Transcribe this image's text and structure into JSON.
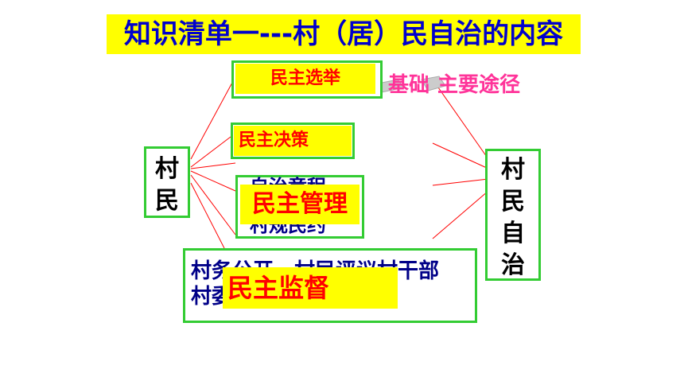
{
  "title": "知识清单一---村（居）民自治的内容",
  "left_node": "村民",
  "right_node": "村民自治",
  "items": {
    "election": "民主选举",
    "decision": "民主决策",
    "management": "民主管理",
    "supervision": "民主监督"
  },
  "annotations": {
    "basis": "基础",
    "main_path": "主要途径"
  },
  "hidden_text": {
    "management_top": "自治章程",
    "management_bottom": "村规民约",
    "supervision_line1": "村务公开、村民评议村干部",
    "supervision_line2": "村委会定期报告工作"
  },
  "colors": {
    "title_bg": "#ffff00",
    "title_text": "#0000cc",
    "box_border": "#33cc33",
    "item_text": "#ff0000",
    "annotation_text": "#ff3399",
    "lines": "#ff0000"
  }
}
